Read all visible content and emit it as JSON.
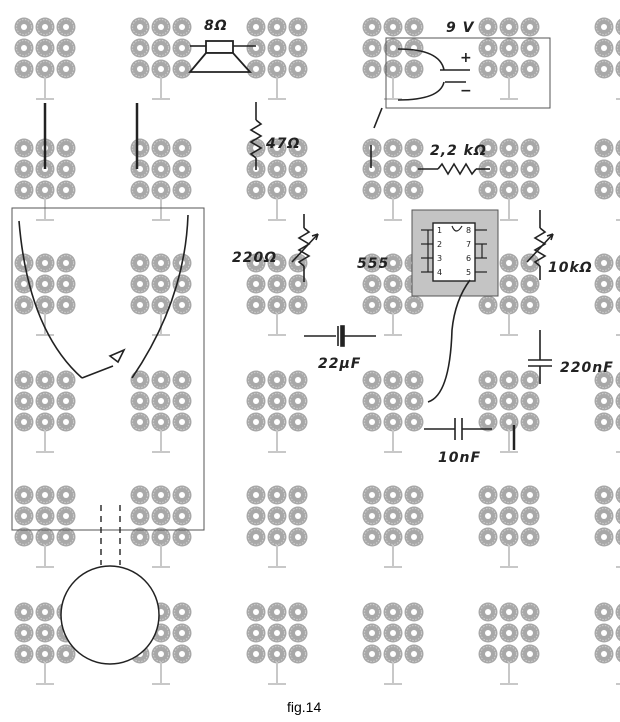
{
  "figure": {
    "caption": "fig.14"
  },
  "labels": {
    "speaker": "8Ω",
    "battery": "9 V",
    "battery_plus": "+",
    "battery_minus": "−",
    "r47": "47Ω",
    "r2k2": "2,2 kΩ",
    "r220": "220Ω",
    "ic": "555",
    "r10k": "10kΩ",
    "c22u": "22µF",
    "c220n": "220nF",
    "c10n": "10nF"
  },
  "ic_pins": [
    "1",
    "2",
    "3",
    "4",
    "5",
    "6",
    "7",
    "8"
  ],
  "colors": {
    "pad": "#a6a6a6",
    "pad_hole": "#ffffff",
    "ink": "#222222",
    "chip": "#c8c8c8"
  }
}
